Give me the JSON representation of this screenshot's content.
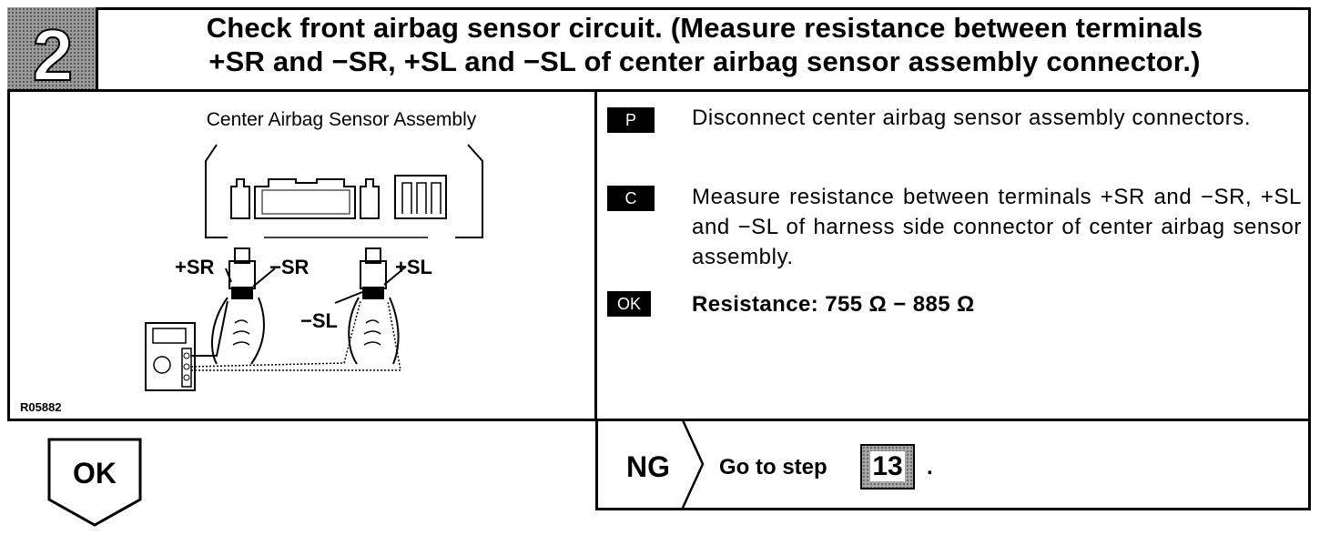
{
  "header": {
    "step_number": "2",
    "title_line1": "Check front airbag sensor circuit. (Measure resistance between terminals",
    "title_line2": "+SR and −SR, +SL and −SL of center airbag sensor assembly connector.)"
  },
  "figure": {
    "title": "Center Airbag Sensor Assembly",
    "code": "R05882",
    "labels": {
      "plus_sr": "+SR",
      "minus_sr": "−SR",
      "plus_sl": "+SL",
      "minus_sl": "−SL"
    }
  },
  "steps": [
    {
      "badge": "P",
      "text": "Disconnect center airbag sensor assembly connectors."
    },
    {
      "badge": "C",
      "text": "Measure resistance between terminals +SR and −SR, +SL and −SL of harness side connector of center airbag sensor assembly."
    },
    {
      "badge": "OK",
      "text": "Resistance:   755 Ω − 885 Ω"
    }
  ],
  "result": {
    "ok_label": "OK",
    "ng_label": "NG",
    "goto_text": "Go to step",
    "goto_step": "13",
    "period": "."
  }
}
